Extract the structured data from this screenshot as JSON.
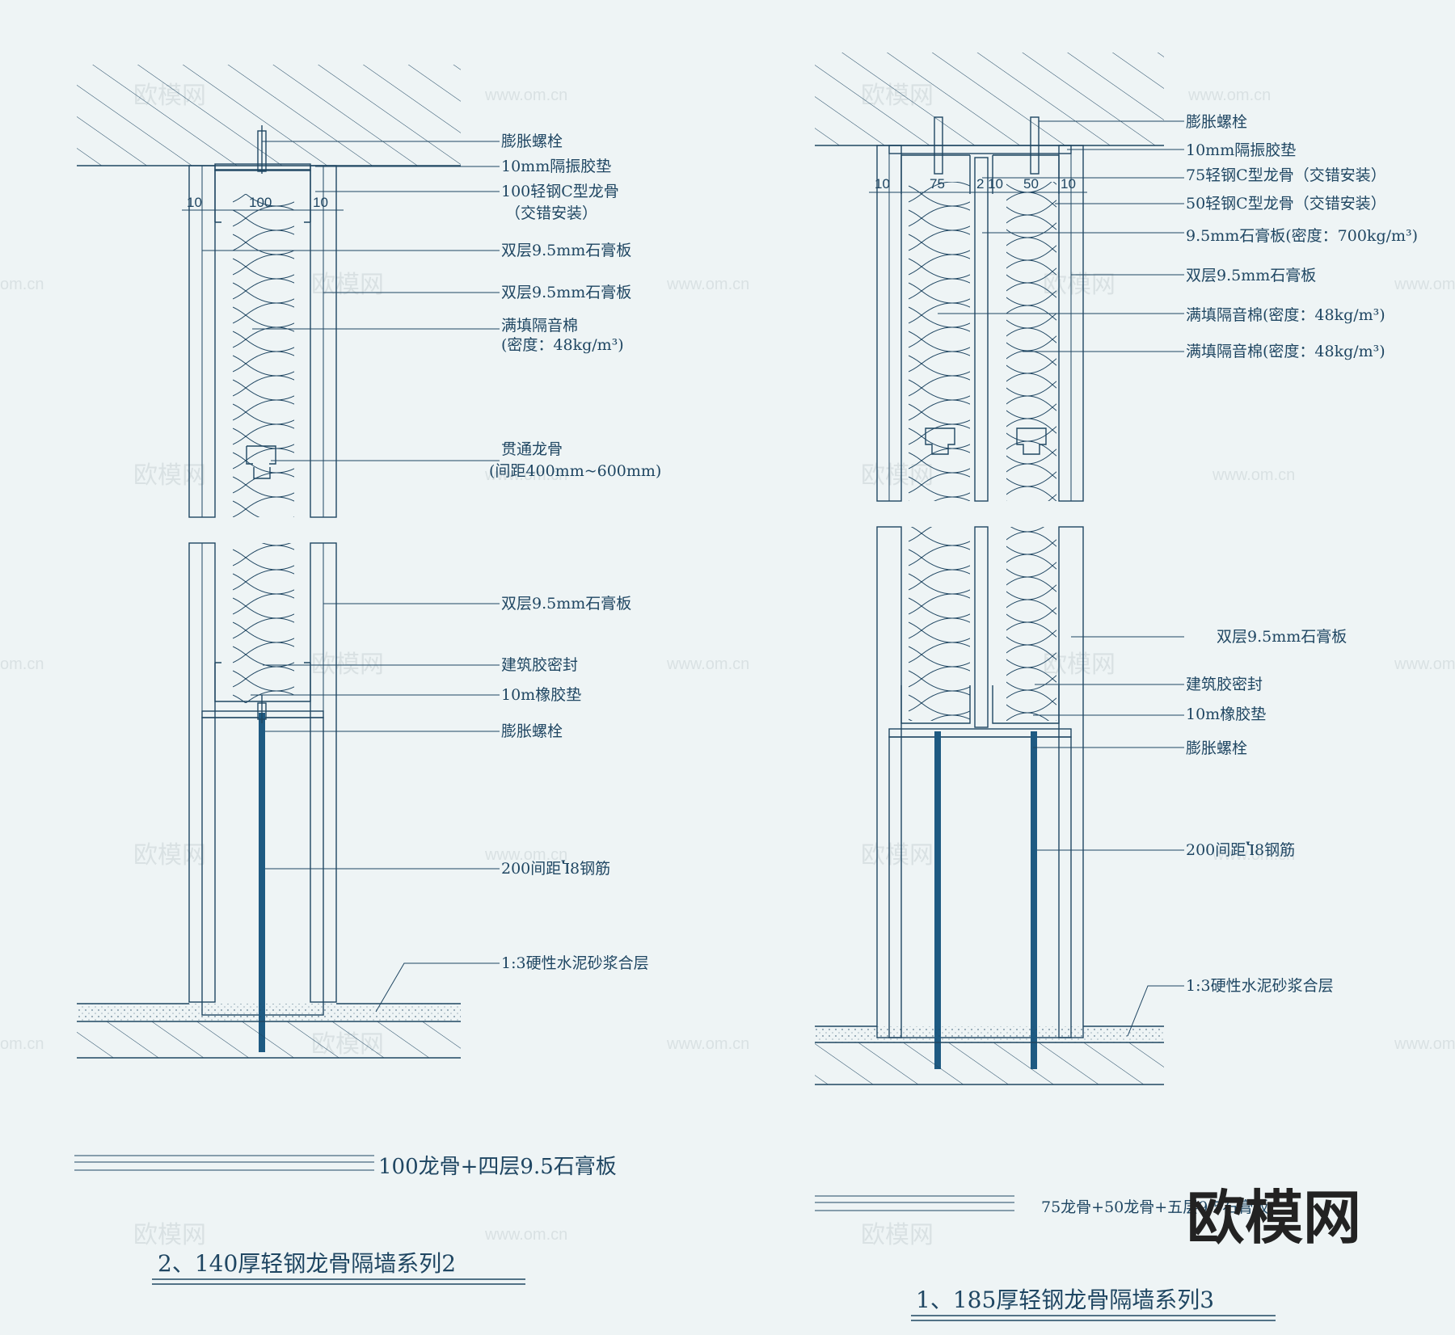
{
  "colors": {
    "ink": "#1f4662",
    "rebar": "#1e5a82",
    "background": "#eef4f5"
  },
  "left": {
    "labels": {
      "bolt_top": "膨胀螺栓",
      "pad_top": "10mm隔振胶垫",
      "stud_1": "100轻钢C型龙骨",
      "stud_2": "（交错安装）",
      "board_a": "双层9.5mm石膏板",
      "board_b": "双层9.5mm石膏板",
      "wool_1": "满填隔音棉",
      "wool_2": "(密度：48kg/m³)",
      "channel_1": "贯通龙骨",
      "channel_2": "(间距400mm~600mm)",
      "board_c": "双层9.5mm石膏板",
      "sealant": "建筑胶密封",
      "pad_bottom": "10m橡胶垫",
      "bolt_bottom": "膨胀螺栓",
      "rebar": "200间距Ⴈ8钢筋",
      "mortar": "1:3硬性水泥砂浆合层"
    },
    "dims": {
      "d1": "10",
      "d2": "100",
      "d3": "10"
    },
    "subtitle": "100龙骨+四层9.5石膏板",
    "title": "2、140厚轻钢龙骨隔墙系列2"
  },
  "right": {
    "labels": {
      "bolt_top": "膨胀螺栓",
      "pad_top": "10mm隔振胶垫",
      "stud75": "75轻钢C型龙骨（交错安装）",
      "stud50": "50轻钢C型龙骨（交错安装）",
      "board_single": "9.5mm石膏板(密度：700kg/m³)",
      "board_double": "双层9.5mm石膏板",
      "wool_a": "满填隔音棉(密度：48kg/m³)",
      "wool_b": "满填隔音棉(密度：48kg/m³)",
      "board_double2": "双层9.5mm石膏板",
      "sealant": "建筑胶密封",
      "pad_bottom": "10m橡胶垫",
      "bolt_bottom": "膨胀螺栓",
      "rebar": "200间距Ⴈ8钢筋",
      "mortar": "1:3硬性水泥砂浆合层"
    },
    "dims": {
      "d1": "10",
      "d2": "75",
      "d3": "2",
      "d4": "10",
      "d5": "50",
      "d6": "10"
    },
    "subtitle": "75龙骨+50龙骨+五层9.5石膏板",
    "title": "1、185厚轻钢龙骨隔墙系列3"
  },
  "watermarks": {
    "cn": "欧模网",
    "url": "www.om.cn",
    "url_partial": "om.cn"
  },
  "logo": "欧模网"
}
